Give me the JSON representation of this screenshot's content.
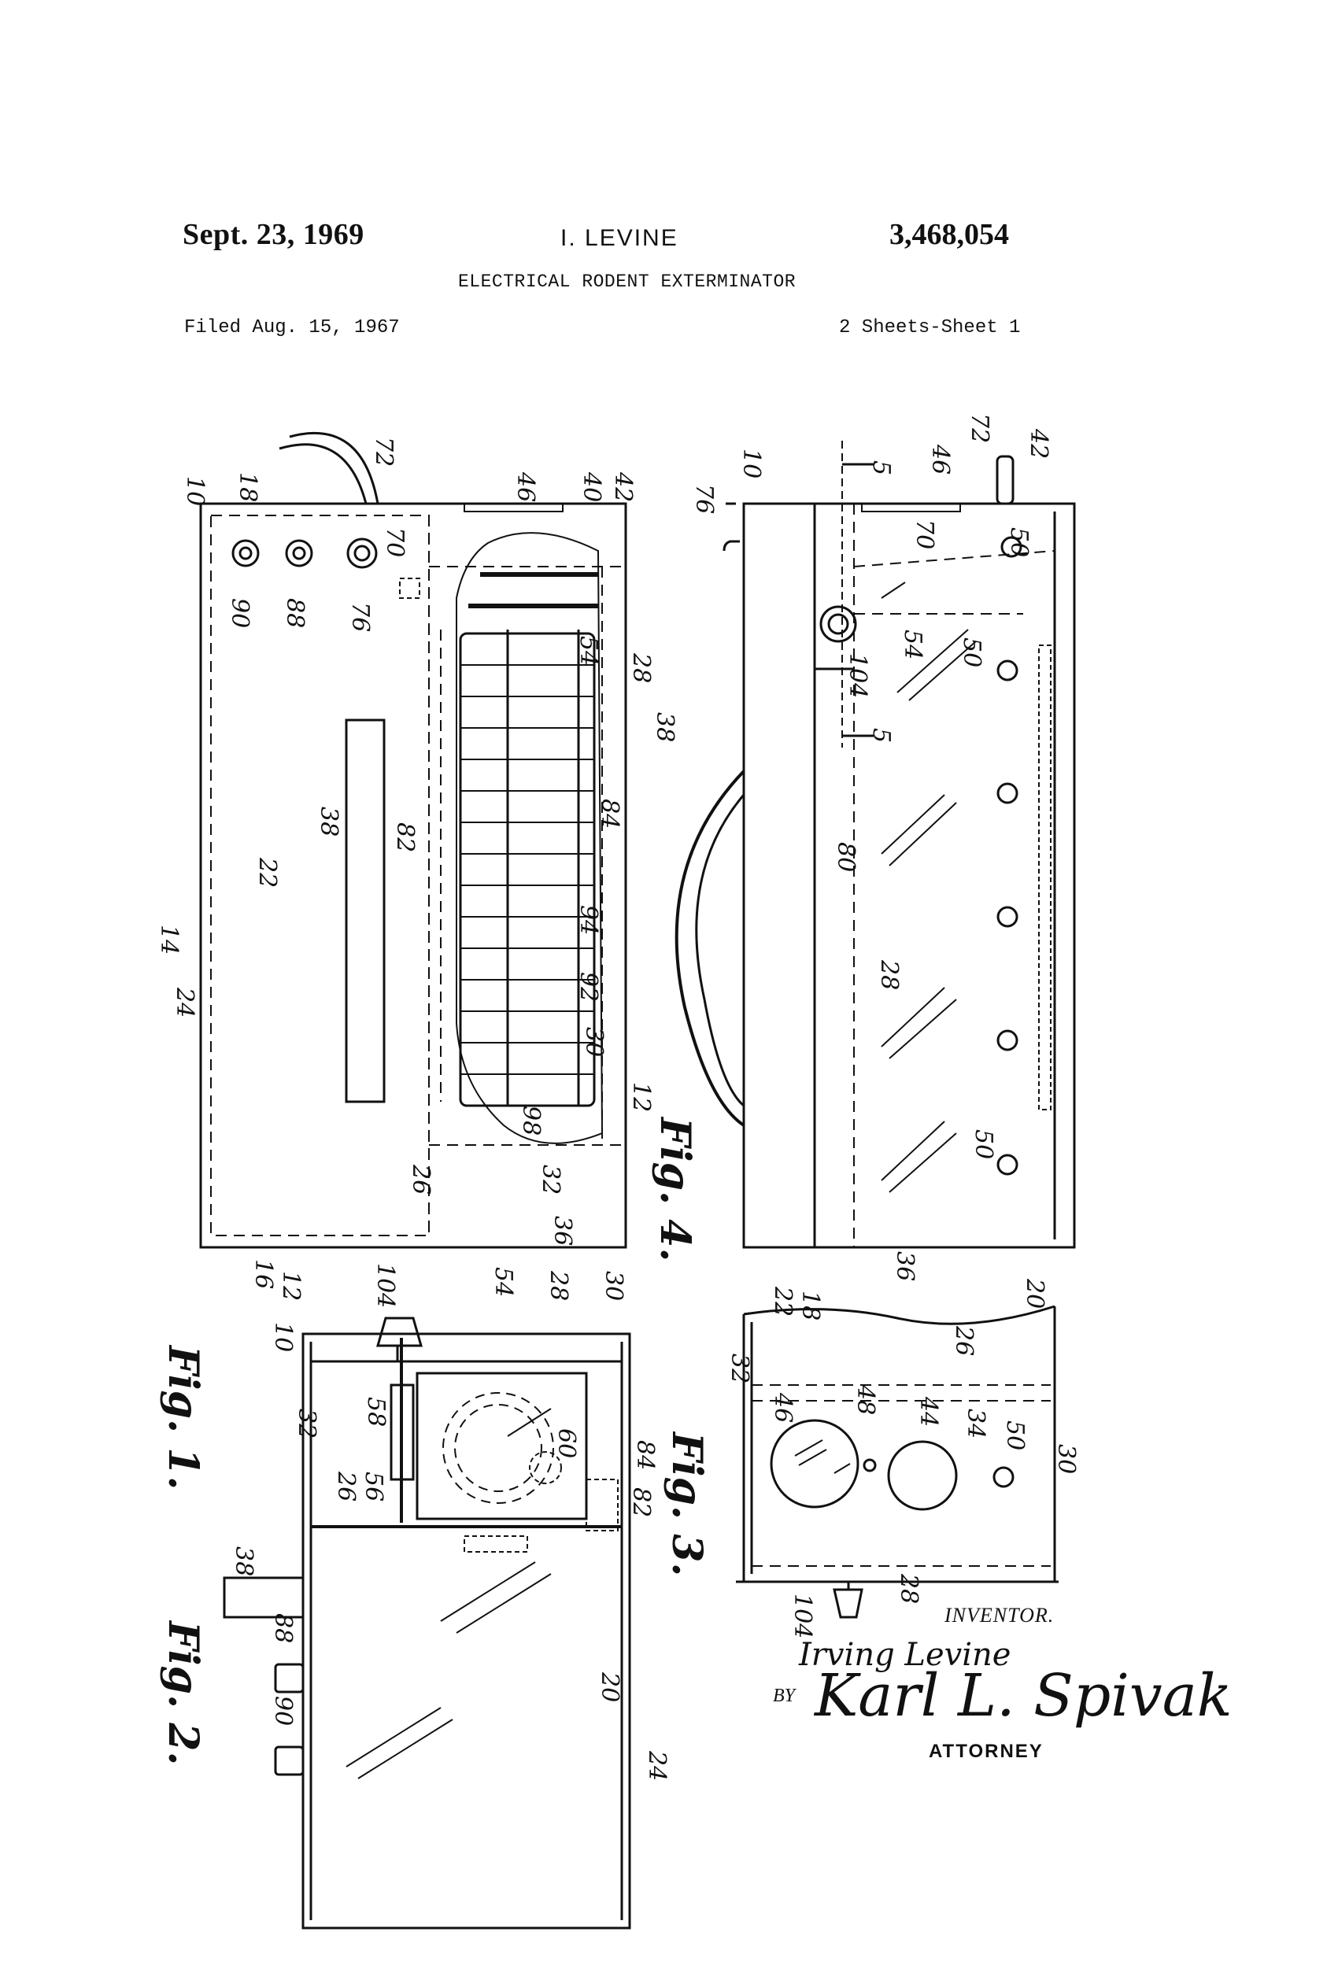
{
  "header": {
    "date": "Sept. 23, 1969",
    "inventor_name": "I. LEVINE",
    "patent_number": "3,468,054",
    "title": "ELECTRICAL RODENT EXTERMINATOR",
    "filed": "Filed Aug. 15, 1967",
    "sheets": "2 Sheets-Sheet 1"
  },
  "figures": {
    "fig1": "Fig. 1.",
    "fig2": "Fig. 2.",
    "fig3": "Fig. 3.",
    "fig4": "Fig. 4."
  },
  "signature_block": {
    "inventor_label": "INVENTOR.",
    "inventor_signature": "Irving Levine",
    "by": "BY",
    "attorney_signature": "Karl L. Spivak",
    "attorney_label": "ATTORNEY"
  },
  "reference_numerals": {
    "fig1": [
      "10",
      "18",
      "72",
      "46",
      "40",
      "42",
      "90",
      "88",
      "76",
      "70",
      "54",
      "28",
      "38",
      "82",
      "84",
      "22",
      "14",
      "24",
      "94",
      "92",
      "30",
      "12",
      "98",
      "26",
      "32",
      "36",
      "16"
    ],
    "fig2": [
      "10",
      "12",
      "104",
      "54",
      "28",
      "30",
      "32",
      "58",
      "26",
      "56",
      "60",
      "84",
      "82",
      "38",
      "88",
      "90",
      "20",
      "24"
    ],
    "fig3": [
      "22",
      "18",
      "20",
      "26",
      "32",
      "46",
      "48",
      "44",
      "34",
      "50",
      "30",
      "104",
      "28"
    ],
    "fig4": [
      "76",
      "10",
      "5",
      "46",
      "72",
      "42",
      "70",
      "50",
      "54",
      "104",
      "38",
      "80",
      "28",
      "36"
    ]
  }
}
